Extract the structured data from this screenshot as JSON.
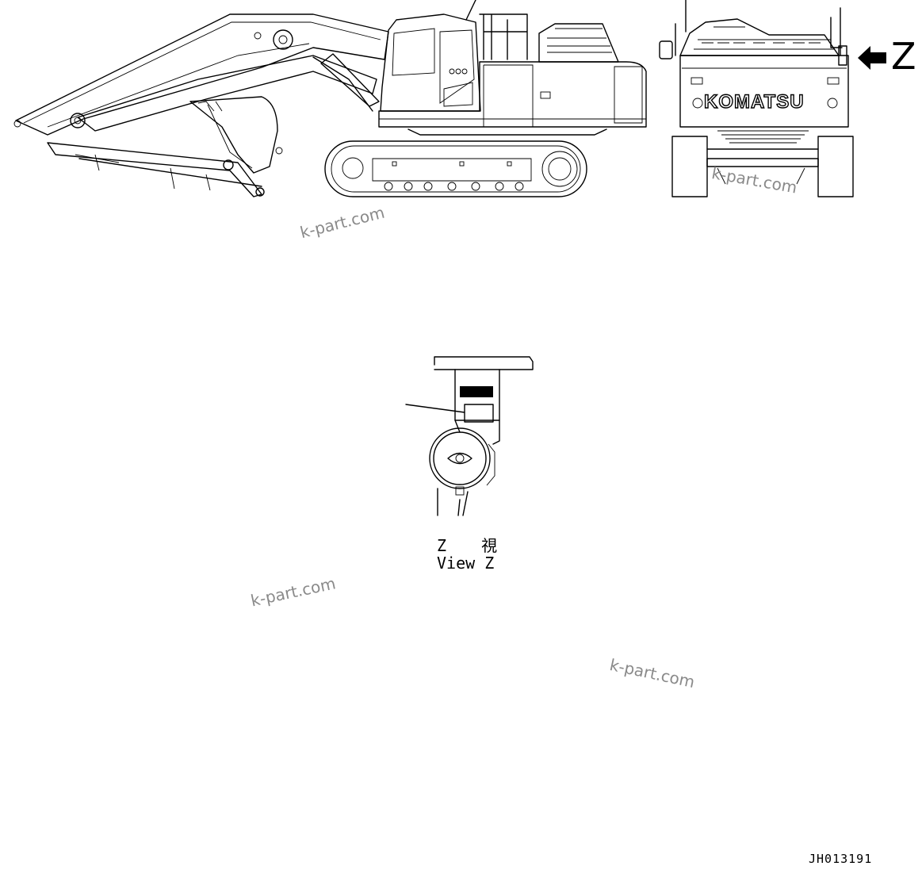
{
  "views": {
    "side": {
      "name": "excavator side view"
    },
    "rear": {
      "name": "excavator rear view",
      "brand_text": "KOMATSU",
      "view_label": "Z"
    },
    "detail": {
      "caption_line1": "Z 　 視",
      "caption_line2": "View Z"
    }
  },
  "watermarks": [
    "k-part.com",
    "k-part.com",
    "k-part.com",
    "k-part.com"
  ],
  "document_id": "JH013191",
  "colors": {
    "line": "#000000",
    "watermark": "#8a8a8a",
    "background": "#ffffff"
  }
}
